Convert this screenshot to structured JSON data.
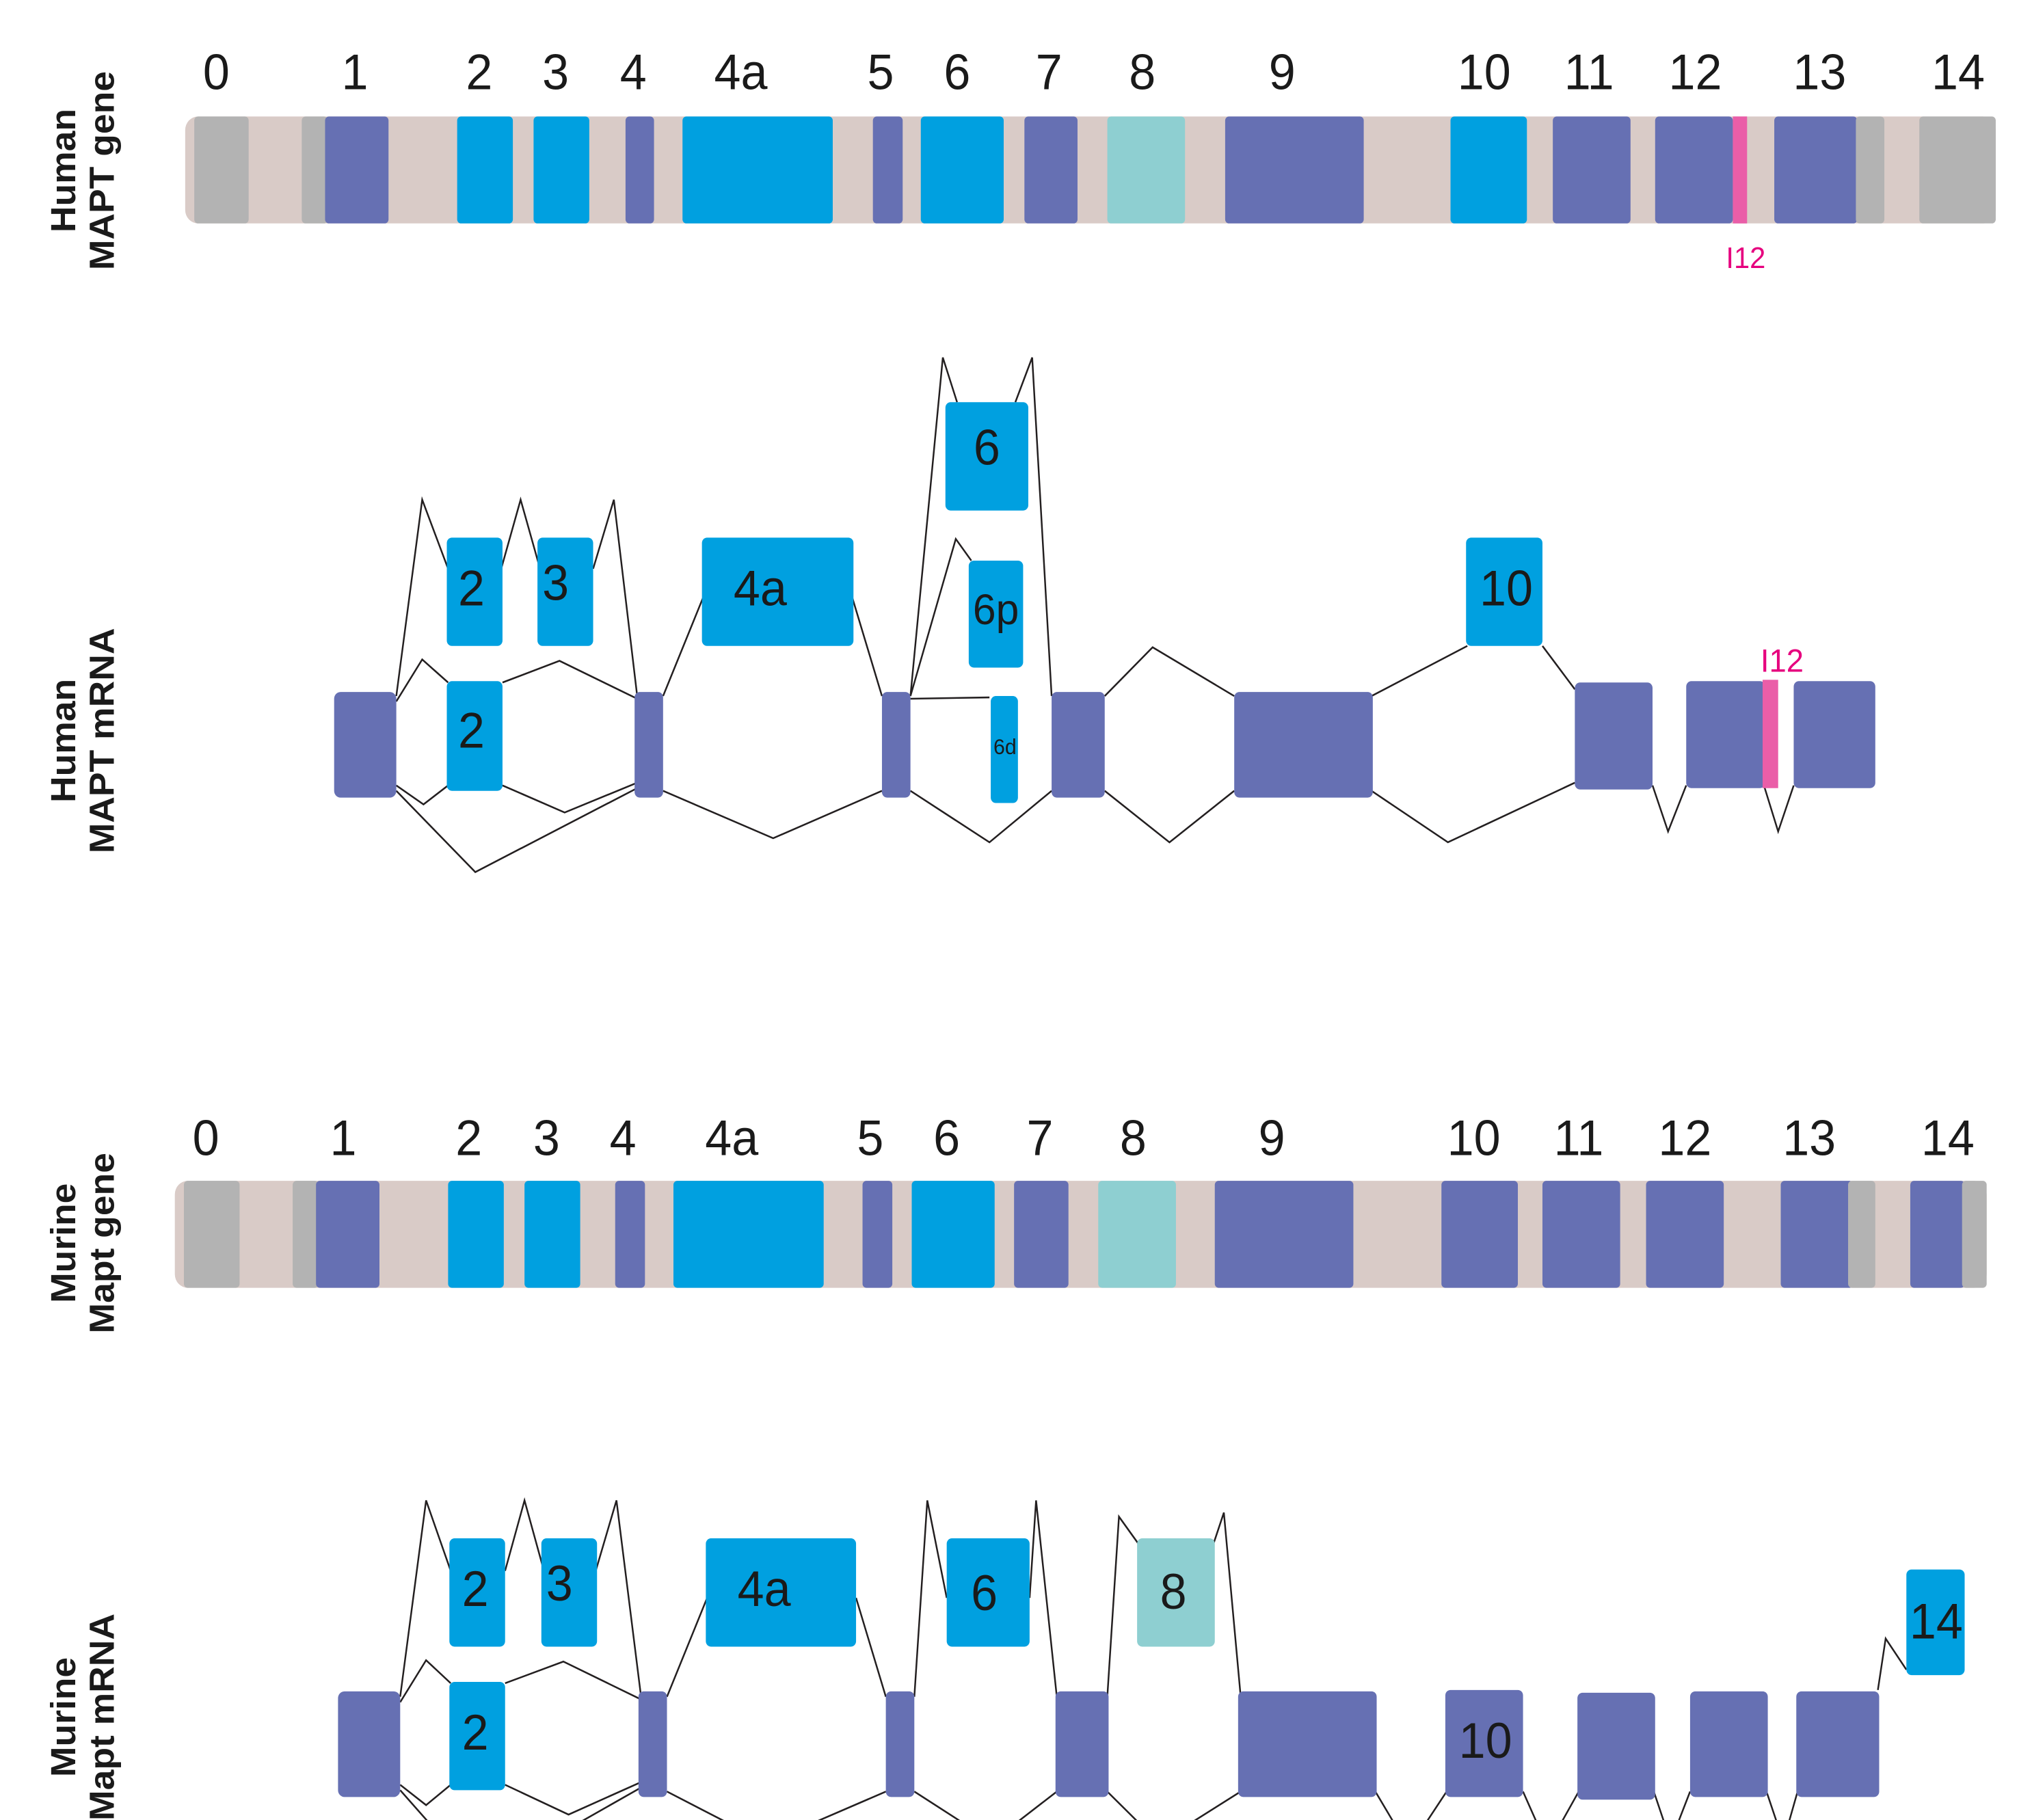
{
  "colors": {
    "constitutive": "#6670b3",
    "alt_blue": "#00a0e0",
    "alt_teal": "#8ecfd1",
    "utr_gray": "#b3b3b3",
    "intron_bg": "#d9cbc7",
    "intron_retention": "#ea5ea8",
    "intron_label": "#e6007e",
    "splice_line": "#231f20",
    "text": "#1a1a1a"
  },
  "panels": {
    "human_gene": {
      "label_line1": "Human",
      "label_line2": "MAPT gene"
    },
    "human_mrna": {
      "label_line1": "Human",
      "label_line2": "MAPT mRNA"
    },
    "murine_gene": {
      "label_line1": "Murine",
      "label_line2": "Mapt gene"
    },
    "murine_mrna": {
      "label_line1": "Murine",
      "label_line2": "Mapt mRNA"
    }
  },
  "exon_numbers": [
    "0",
    "1",
    "2",
    "3",
    "4",
    "4a",
    "5",
    "6",
    "7",
    "8",
    "9",
    "10",
    "11",
    "12",
    "13",
    "14"
  ],
  "human_gene_intron_label": "I12",
  "human_mrna_labels": {
    "e2_alt": "2",
    "e3": "3",
    "e4a": "4a",
    "e6": "6",
    "e6p": "6p",
    "e6d": "6d",
    "e10": "10",
    "e2_incl": "2",
    "i12": "I12"
  },
  "murine_mrna_labels": {
    "e2_alt": "2",
    "e3": "3",
    "e4a": "4a",
    "e6": "6",
    "e8": "8",
    "e2_incl": "2",
    "e10": "10",
    "e14": "14"
  }
}
